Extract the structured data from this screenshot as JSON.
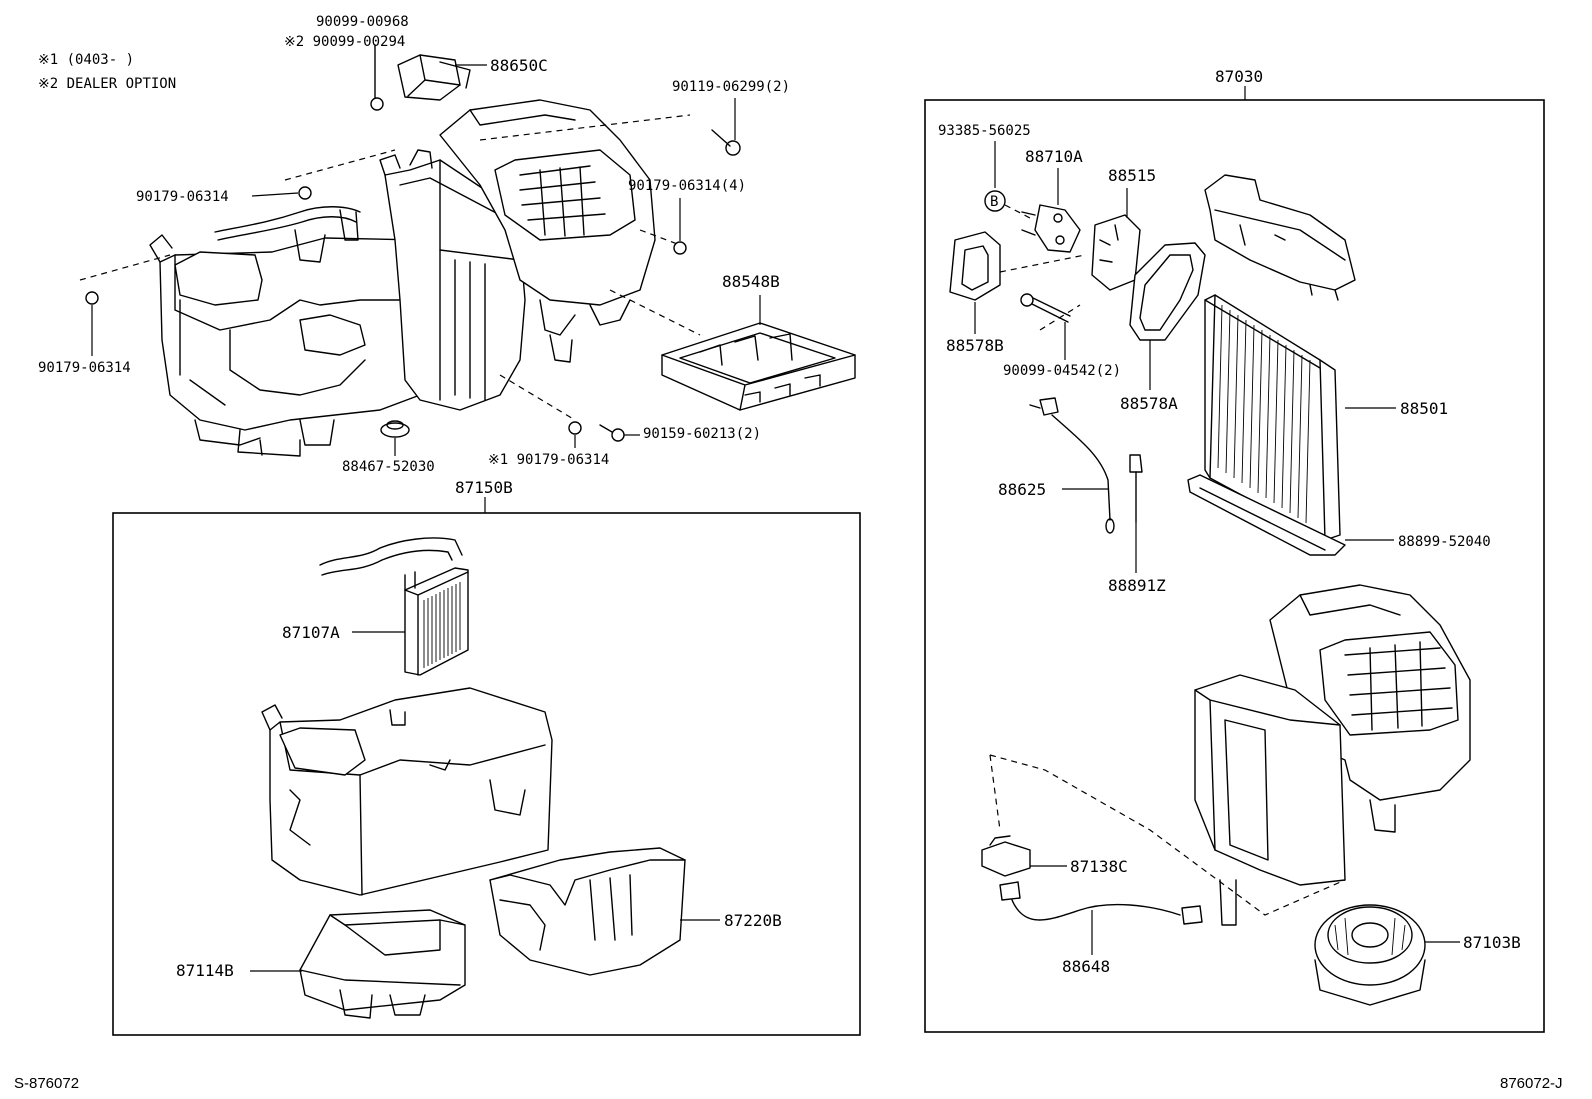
{
  "notes": {
    "note1": "※1 (0403-    )",
    "note2": "※2 DEALER OPTION"
  },
  "footer": {
    "left": "S-876072",
    "right": "876072-J"
  },
  "labels": {
    "p90099_00968": "90099-00968",
    "p90099_00294": "※2 90099-00294",
    "p88650C": "88650C",
    "p90119_06299": "90119-06299(2)",
    "p90179_06314_top": "90179-06314",
    "p90179_06314_4": "90179-06314(4)",
    "p88548B": "88548B",
    "p90179_06314_left": "90179-06314",
    "p88467_52030": "88467-52030",
    "p90159_60213": "90159-60213(2)",
    "p90179_06314_n1": "※1 90179-06314",
    "p87150B": "87150B",
    "p87107A": "87107A",
    "p87220B": "87220B",
    "p87114B": "87114B",
    "p87030": "87030",
    "p93385_56025": "93385-56025",
    "p88710A": "88710A",
    "p88515": "88515",
    "circleB": "B",
    "p88578B": "88578B",
    "p90099_04542": "90099-04542(2)",
    "p88578A": "88578A",
    "p88501": "88501",
    "p88625": "88625",
    "p88899_52040": "88899-52040",
    "p88891Z": "88891Z",
    "p87138C": "87138C",
    "p88648": "88648",
    "p87103B": "87103B"
  }
}
